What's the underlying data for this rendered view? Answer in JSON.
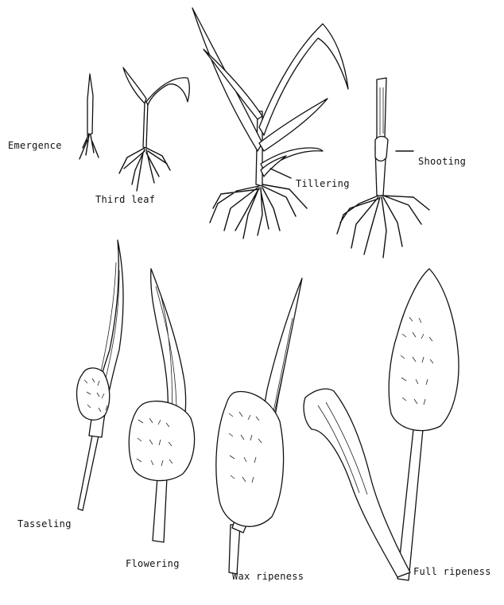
{
  "stages": {
    "emergence": "Emergence",
    "third_leaf": "Third leaf",
    "tillering": "Tillering",
    "shooting": "Shooting",
    "tasseling": "Tasseling",
    "flowering": "Flowering",
    "wax_ripeness": "Wax ripeness",
    "full_ripeness": "Full ripeness"
  }
}
